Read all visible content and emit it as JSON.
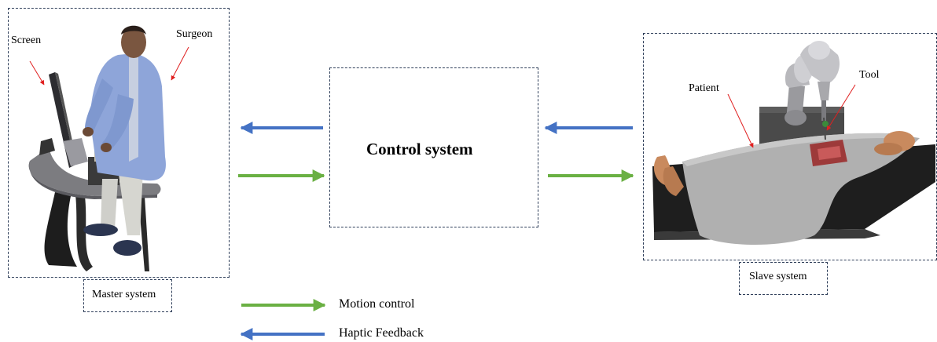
{
  "labels": {
    "screen": "Screen",
    "surgeon": "Surgeon",
    "master_system": "Master system",
    "control_system": "Control system",
    "patient": "Patient",
    "tool": "Tool",
    "slave_system": "Slave system"
  },
  "legend": {
    "motion_control": "Motion control",
    "haptic_feedback": "Haptic Feedback"
  },
  "colors": {
    "motion_arrow": "#6ab043",
    "haptic_arrow": "#4472c4",
    "annotation_arrow": "#e02020",
    "box_border": "#2f3f5a"
  },
  "icons": [
    "surgeon-workstation-illustration",
    "robot-arm-illustration",
    "patient-on-table-illustration"
  ]
}
